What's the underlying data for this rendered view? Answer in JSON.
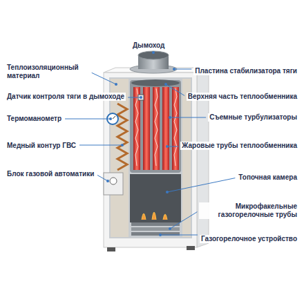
{
  "diagram": {
    "labels": [
      "Дымоход",
      "Теплоизоляционный материал",
      "Пластина стабилизатора тяги",
      "Датчик контроля тяги в дымоходе",
      "Верхняя часть теплообменника",
      "Термоманометр",
      "Съемные турбулизаторы",
      "Медный контур ГВС",
      "Жаровые трубы теплообменника",
      "Блок газовой автоматики",
      "Топочная камера",
      "Микрофакельные газогорелочные трубы",
      "Газогорелочное устройство"
    ]
  }
}
